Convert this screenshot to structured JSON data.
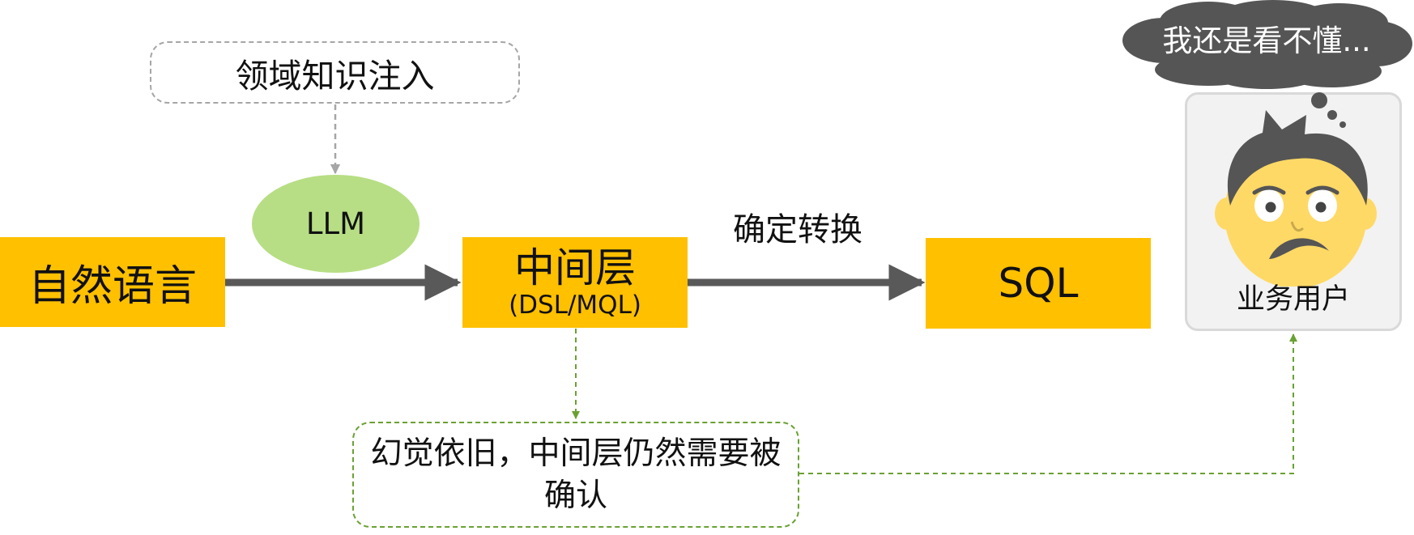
{
  "domain_knowledge_label": "领域知识注入",
  "llm_label": "LLM",
  "natural_language_label": "自然语言",
  "middle_layer_title": "中间层",
  "middle_layer_subtitle": "(DSL/MQL)",
  "deterministic_conversion_label": "确定转换",
  "sql_label": "SQL",
  "hallucination_note": "幻觉依旧，中间层仍然需要被确认",
  "thought_text": "我还是看不懂...",
  "business_user_label": "业务用户",
  "colors": {
    "box_yellow": "#FFC000",
    "llm_green": "#B7DE84",
    "arrow_gray": "#595959",
    "dash_green": "#6AA133",
    "dash_gray": "#A6A6A6",
    "cloud_gray": "#555555",
    "face_yellow": "#FFD966"
  }
}
